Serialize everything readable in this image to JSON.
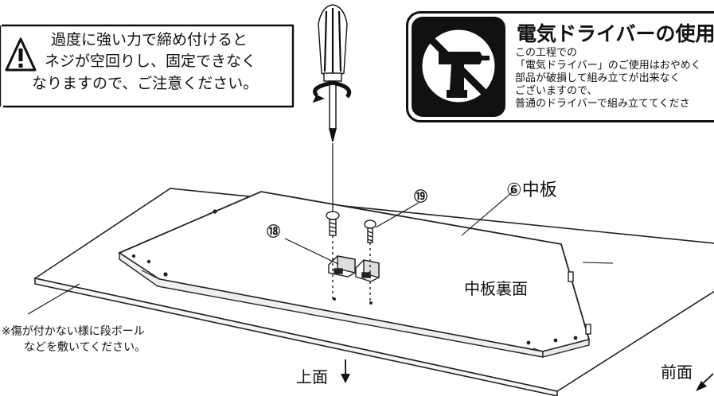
{
  "caution": {
    "lines": [
      "過度に強い力で締め付けると",
      "ネジが空回りし、固定できなく",
      "なりますので、ご注意ください。"
    ],
    "icon": "warning-triangle-icon"
  },
  "notice": {
    "title": "電気ドライバーの使用",
    "lines": [
      "この工程での",
      "「電気ドライバー」のご使用はおやめく",
      "部品が破損して組み立てが出来なく",
      "ございますので、",
      "普通のドライバーで組み立ててくださ"
    ],
    "icon": "no-power-drill-icon"
  },
  "parts": {
    "middle_board": "⑥中板",
    "screw_a": "⑱",
    "screw_b": "⑲"
  },
  "labels": {
    "back_side": "中板裏面",
    "top_side": "上面",
    "front_side": "前面"
  },
  "note": {
    "lines": [
      "※傷が付かない様に段ボール",
      "などを敷いてください。"
    ]
  },
  "colors": {
    "line": "#111111",
    "board_edge": "#222222"
  }
}
